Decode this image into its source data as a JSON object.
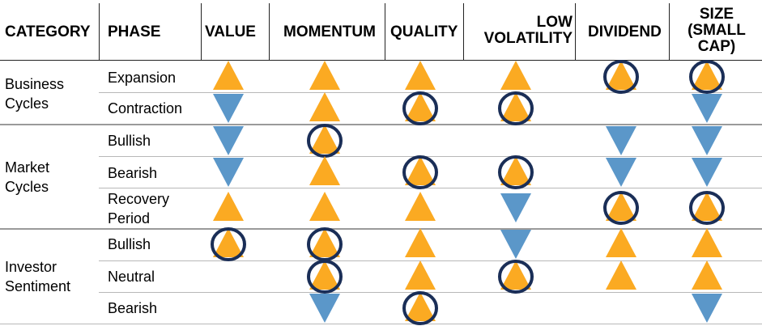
{
  "headers": {
    "category": "CATEGORY",
    "phase": "PHASE",
    "value": "VALUE",
    "momentum": "MOMENTUM",
    "quality": "QUALITY",
    "low_volatility_1": "LOW",
    "low_volatility_2": "VOLATILITY",
    "dividend": "DIVIDEND",
    "size_1": "SIZE",
    "size_2": "(SMALL",
    "size_3": "CAP)"
  },
  "categories": [
    {
      "line1": "Business",
      "line2": "Cycles"
    },
    {
      "line1": "Market",
      "line2": "Cycles"
    },
    {
      "line1": "Investor",
      "line2": "Sentiment"
    }
  ],
  "phases": [
    {
      "line1": "Expansion",
      "line2": ""
    },
    {
      "line1": "Contraction",
      "line2": ""
    },
    {
      "line1": "Bullish",
      "line2": ""
    },
    {
      "line1": "Bearish",
      "line2": ""
    },
    {
      "line1": "Recovery",
      "line2": "Period"
    },
    {
      "line1": "Bullish",
      "line2": ""
    },
    {
      "line1": "Neutral",
      "line2": ""
    },
    {
      "line1": "Bearish",
      "line2": ""
    }
  ],
  "legend_semantics": {
    "up": "up-triangle (orange)",
    "down": "down-triangle (blue)",
    "circled": "circled marker"
  },
  "colors": {
    "up": "#FBAA22",
    "down": "#5B97C9",
    "circle": "#1A2E57",
    "text": "#000000"
  },
  "matrix": [
    [
      "up",
      "up",
      "up",
      "up",
      "up*",
      "up*"
    ],
    [
      "down",
      "up",
      "up*",
      "up*",
      "",
      "down"
    ],
    [
      "down",
      "up*",
      "",
      "",
      "down",
      "down"
    ],
    [
      "down",
      "up",
      "up*",
      "up*",
      "down",
      "down"
    ],
    [
      "up",
      "up",
      "up",
      "down",
      "up*",
      "up*"
    ],
    [
      "up*",
      "up*",
      "up",
      "down",
      "up",
      "up"
    ],
    [
      "",
      "up*",
      "up",
      "up*",
      "up",
      "up"
    ],
    [
      "",
      "down",
      "up*",
      "",
      "",
      "down"
    ]
  ]
}
